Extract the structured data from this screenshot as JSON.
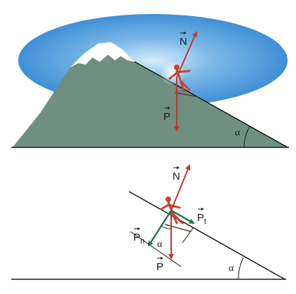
{
  "top_scene": {
    "label_normal": "N",
    "label_weight": "P",
    "label_angle": "α"
  },
  "bottom_scene": {
    "label_normal": "N",
    "label_weight": "P",
    "label_tangential": "P",
    "label_tangential_sub": "t",
    "label_normal_comp": "P",
    "label_normal_comp_sub": "n",
    "label_angle_incline": "α",
    "label_angle_between": "α"
  },
  "colors": {
    "sky": "#5aa6df",
    "mountain": "#6f9080",
    "snow": "#ffffff",
    "ground_line": "#1a1a1a",
    "force_red": "#c0392b",
    "force_green": "#1f7a4d",
    "skier": "#c8452e"
  }
}
